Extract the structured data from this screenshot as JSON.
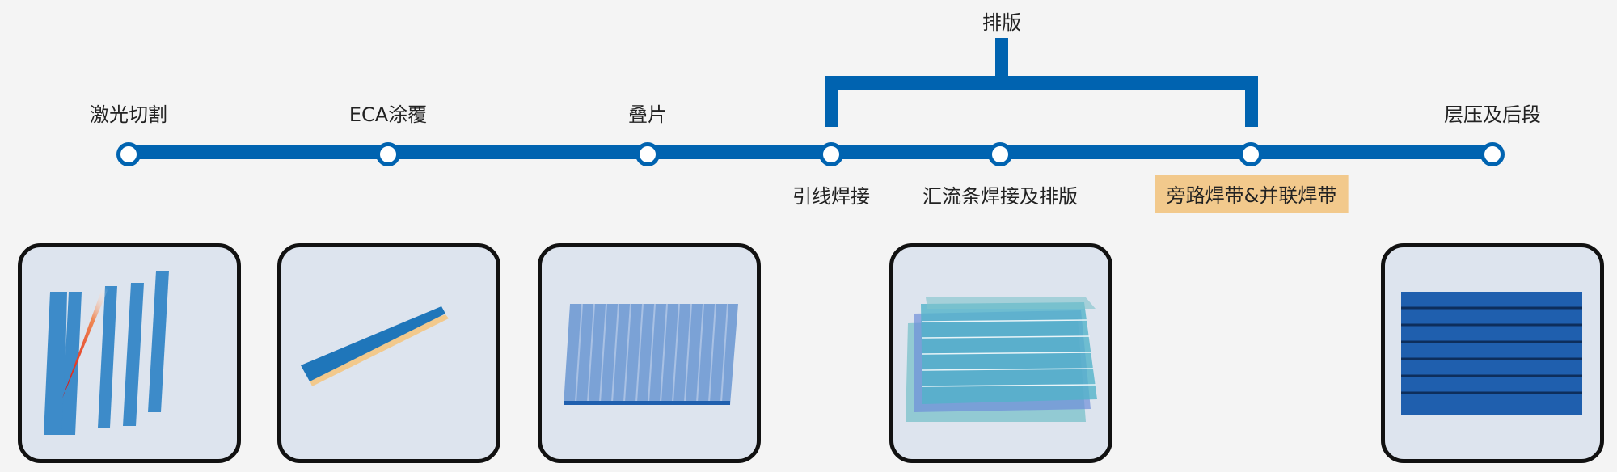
{
  "group": {
    "label": "排版"
  },
  "steps": [
    {
      "label": "激光切割"
    },
    {
      "label": "ECA涂覆"
    },
    {
      "label": "叠片"
    },
    {
      "label": "引线焊接"
    },
    {
      "label": "汇流条焊接及排版"
    },
    {
      "label": "旁路焊带&并联焊带",
      "highlighted": true
    },
    {
      "label": "层压及后段"
    }
  ],
  "colors": {
    "line": "#0063b0",
    "highlight": "#f2c98c",
    "card_bg": "#dde4ee",
    "cell_blue": "#3d8bc9"
  }
}
